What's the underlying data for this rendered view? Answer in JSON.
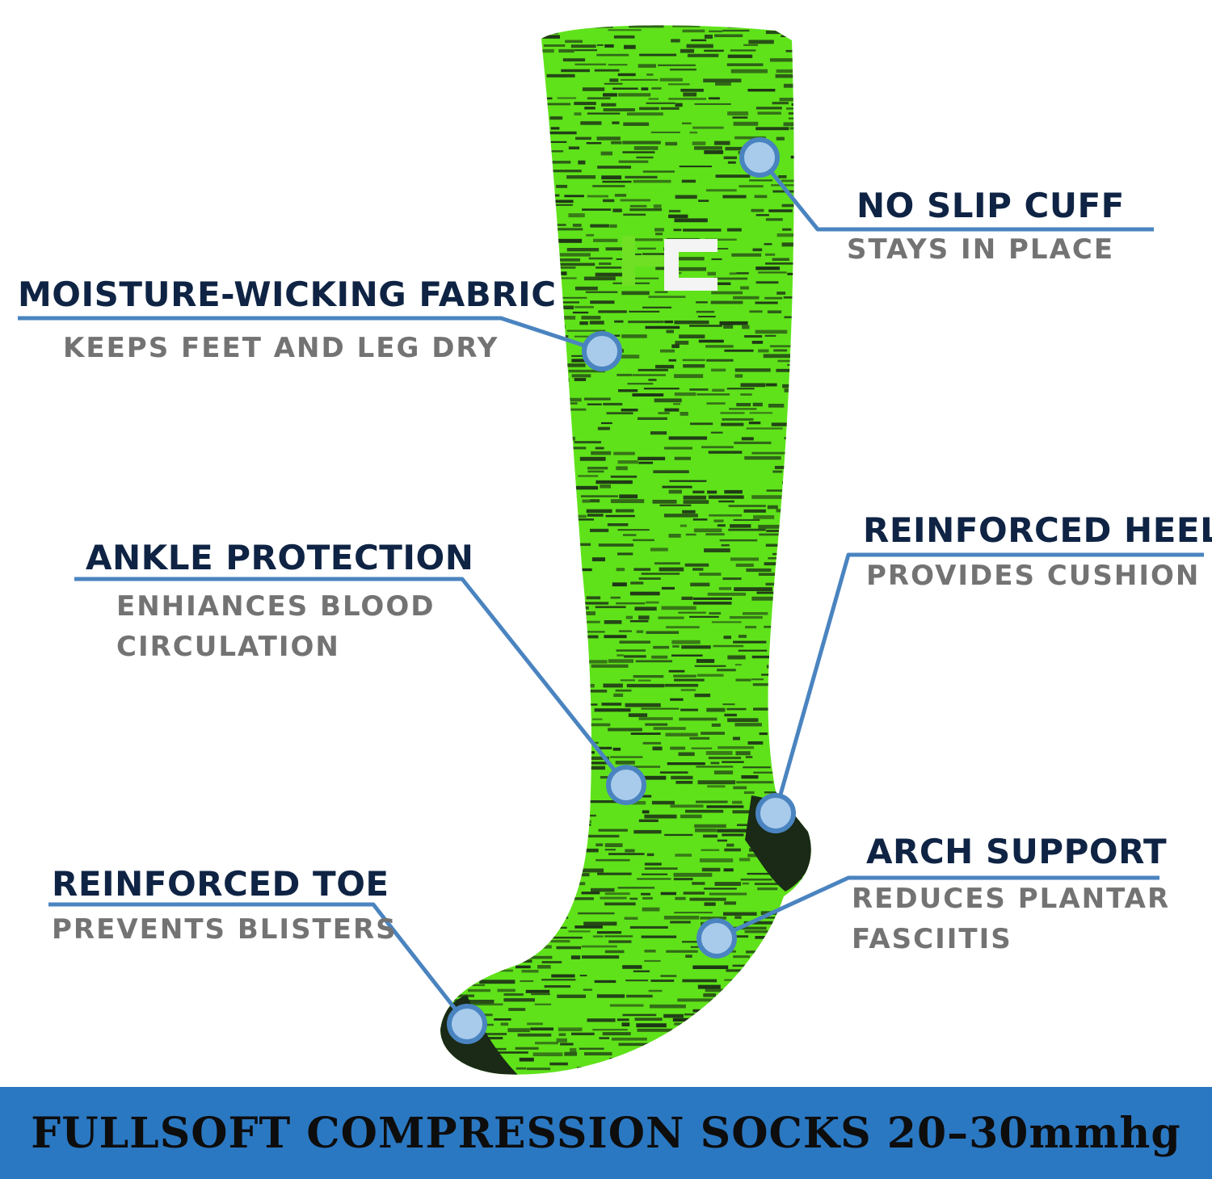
{
  "colors": {
    "heading": "#0f2444",
    "subtext": "#737373",
    "callout_line": "#4a84c0",
    "dot_fill": "#a8cbeb",
    "dot_ring": "#4a84c0",
    "banner_bg": "#2b78c2",
    "banner_text": "#0d0d0d",
    "sock_green": "#5fe21a",
    "sock_dark": "#1a2a16",
    "logo_green": "#6fe024",
    "logo_white": "#f4f4f4"
  },
  "logo": {
    "text": "HC"
  },
  "callouts": {
    "no_slip": {
      "title": "NO SLIP CUFF",
      "subtitle": "STAYS IN PLACE"
    },
    "moisture": {
      "title": "MOISTURE-WICKING FABRIC",
      "subtitle": "KEEPS FEET AND LEG DRY"
    },
    "ankle": {
      "title": "ANKLE PROTECTION",
      "subtitle_line1": "ENHIANCES BLOOD",
      "subtitle_line2": "CIRCULATION"
    },
    "heel": {
      "title": "REINFORCED HEEL",
      "subtitle": "PROVIDES CUSHION"
    },
    "arch": {
      "title": "ARCH SUPPORT",
      "subtitle_line1": "REDUCES PLANTAR",
      "subtitle_line2": "FASCIITIS"
    },
    "toe": {
      "title": "REINFORCED TOE",
      "subtitle": "PREVENTS BLISTERS"
    }
  },
  "banner": {
    "text": "FULLSOFT COMPRESSION SOCKS 20–30mmhg"
  }
}
